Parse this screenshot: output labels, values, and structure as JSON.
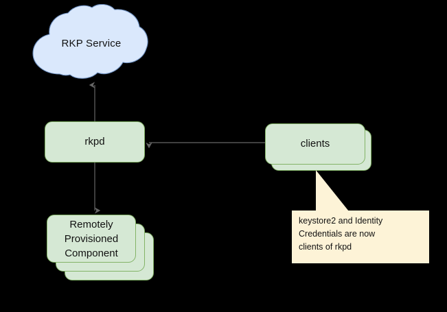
{
  "diagram": {
    "title": "RKP Service architecture diagram",
    "background_color": "#000000",
    "nodes": {
      "cloud": {
        "label": "RKP Service",
        "shape": "cloud",
        "fill_color": "#dae8fc",
        "stroke_color": "#6c8ebf"
      },
      "rkpd": {
        "label": "rkpd",
        "shape": "rounded-rectangle",
        "fill_color": "#d5e8d4",
        "stroke_color": "#82b366"
      },
      "clients": {
        "label": "clients",
        "shape": "stacked-rounded-rectangle",
        "stack_count": 2,
        "fill_color": "#d5e8d4",
        "stroke_color": "#82b366"
      },
      "rpc": {
        "label": "Remotely\nProvisioned\nComponent",
        "line1": "Remotely",
        "line2": "Provisioned",
        "line3": "Component",
        "shape": "stacked-rounded-rectangle",
        "stack_count": 3,
        "fill_color": "#d5e8d4",
        "stroke_color": "#82b366"
      }
    },
    "callout": {
      "text": "keystore2 and Identity\nCredentials are now\nclients of rkpd",
      "fill_color": "#fdf3d7",
      "points_to": "clients"
    },
    "edges": [
      {
        "from": "rkpd",
        "to": "cloud",
        "direction": "up",
        "style": "solid-arrow",
        "color": "#666666"
      },
      {
        "from": "rkpd",
        "to": "rpc",
        "direction": "down",
        "style": "solid-arrow",
        "color": "#666666"
      },
      {
        "from": "clients",
        "to": "rkpd",
        "direction": "left",
        "style": "solid-arrow",
        "color": "#666666"
      }
    ]
  }
}
